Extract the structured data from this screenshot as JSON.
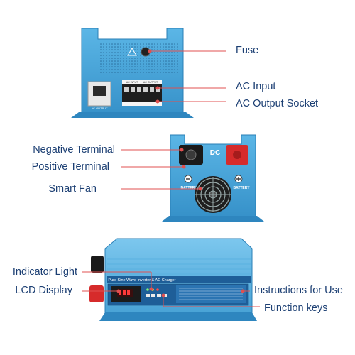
{
  "colors": {
    "body_blue": "#3f9fd6",
    "body_dark": "#2a7fb6",
    "label_text": "#1c3f73",
    "leader_line": "#e05050",
    "terminal_red": "#d62b2b",
    "terminal_black": "#1a1a1a"
  },
  "callouts": {
    "fuse": "Fuse",
    "ac_input": "AC Input",
    "ac_output_socket": "AC Output Socket",
    "negative_terminal": "Negative Terminal",
    "positive_terminal": "Positive Terminal",
    "smart_fan": "Smart Fan",
    "indicator_light": "Indicator Light",
    "lcd_display": "LCD Display",
    "instructions_for_use": "Instructions for Use",
    "function_keys": "Function keys"
  },
  "device_text": {
    "ac_output_small": "AC OUTPUT",
    "ac_input_small": "AC INPUT",
    "ac_output_small2": "AC OUTPUT",
    "dc_label": "DC",
    "battery_minus": "BATTERY",
    "battery_plus": "BATTERY",
    "front_banner": "Pure Sine Wave Inverter & AC Charger"
  }
}
